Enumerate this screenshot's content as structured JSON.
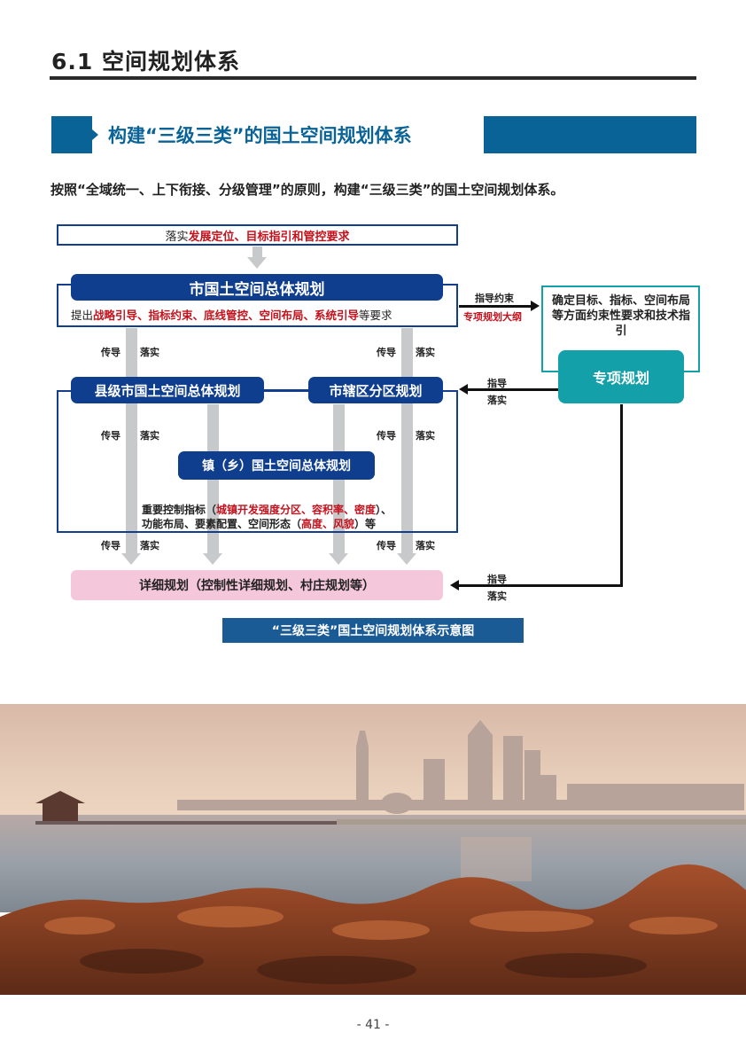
{
  "header": {
    "section_title": "6.1 空间规划体系"
  },
  "banner": {
    "title": "构建“三级三类”的国土空间规划体系"
  },
  "intro": "按照“全域统一、上下衔接、分级管理”的原则，构建“三级三类”的国土空间规划体系。",
  "diagram": {
    "top_box": {
      "prefix": "落实",
      "highlight": "发展定位、目标指引和管控要求"
    },
    "city_plan": "市国土空间总体规划",
    "city_req": {
      "prefix": "提出",
      "highlight": "战略引导、指标约束、底线管控、空间布局、系统引导",
      "suffix": "等要求"
    },
    "county_plan": "县级市国土空间总体规划",
    "district_plan": "市辖区分区规划",
    "town_plan": "镇（乡）国土空间总体规划",
    "controls": {
      "line1_prefix": "重要控制指标（",
      "line1_highlight": "城镇开发强度分区、容积率、密度",
      "line1_suffix": "）、",
      "line2_prefix": "功能布局、要素配置、空间形态（",
      "line2_highlight": "高度、风貌",
      "line2_suffix": "）等"
    },
    "detail_plan": "详细规划（控制性详细规划、村庄规划等）",
    "special_desc": "确定目标、指标、空间布局等方面约束性要求和技术指引",
    "special_plan": "专项规划",
    "transmit": "传导",
    "implement": "落实",
    "guide_constraint": "指导约束",
    "special_outline": "专项规划大纲",
    "guide": "指导"
  },
  "caption": "“三级三类”国土空间规划体系示意图",
  "page_number": "- 41 -",
  "colors": {
    "navy": "#0f3e8f",
    "banner_blue": "#0a6396",
    "teal": "#14a0a8",
    "red": "#c4121d",
    "pink": "#f4c7da",
    "gray_arrow": "#c7c9cb"
  }
}
